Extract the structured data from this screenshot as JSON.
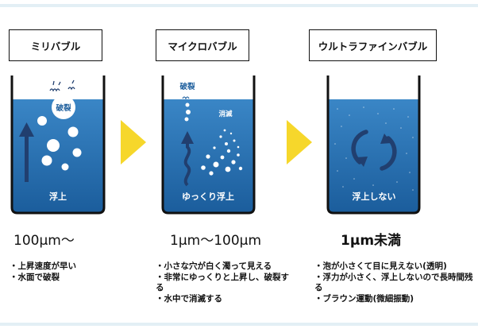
{
  "colors": {
    "water_top": "#3a86c6",
    "water_bottom": "#1b5d9c",
    "arrow": "#213f6f",
    "chevron": "#f6d72b",
    "outline": "#111111",
    "band": "#e3eff5"
  },
  "icons": [
    "up-arrow-icon",
    "wavy-arrow-icon",
    "circular-arrows-icon",
    "chevron-right-icon"
  ],
  "panels": [
    {
      "title": "ミリバブル",
      "bubble_label": "破裂",
      "water_label": "浮上",
      "size": "100μm〜",
      "notes": [
        "・上昇速度が早い",
        "・水面で破裂"
      ]
    },
    {
      "title": "マイクロバブル",
      "bubble_label": "破裂",
      "dissolve_label": "消滅",
      "water_label": "ゆっくり浮上",
      "size": "1μm〜100μm",
      "notes": [
        "・小さな穴が白く濁って見える",
        "・非常にゆっくりと上昇し、破裂する",
        "・水中で消滅する"
      ]
    },
    {
      "title": "ウルトラファインバブル",
      "water_label": "浮上しない",
      "size": "1μm未満",
      "notes": [
        "・泡が小さくて目に見えない(透明)",
        "・浮力が小さく、浮上しないので長時間残る",
        "・ブラウン運動(微細振動)"
      ]
    }
  ]
}
